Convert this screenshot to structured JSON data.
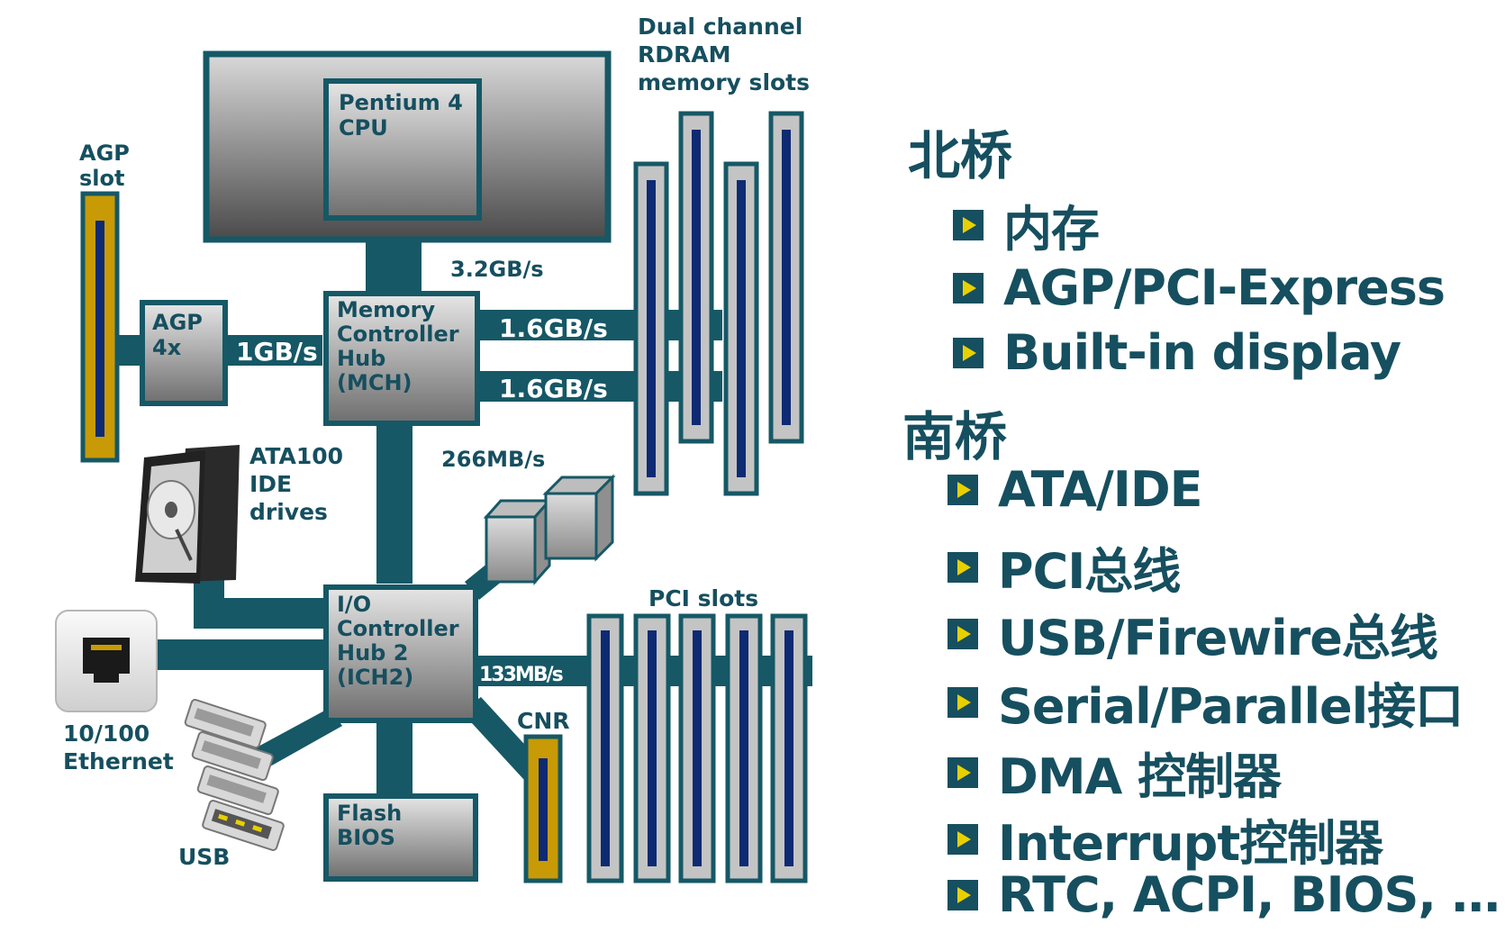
{
  "colors": {
    "teal": "#165866",
    "text": "#164f5f",
    "gold": "#c79a06",
    "chip_gradient_top": "#e6e6e6",
    "chip_gradient_bottom": "#6e6e6e",
    "bullet_arrow": "#e8d000"
  },
  "diagram": {
    "cpu_label": [
      "Pentium 4",
      "CPU"
    ],
    "cpu_bandwidth": "3.2GB/s",
    "memory_slots_label": [
      "Dual channel",
      "RDRAM",
      "memory slots"
    ],
    "agp_slot_label": [
      "AGP",
      "slot"
    ],
    "agp_chip_label": [
      "AGP",
      "4x"
    ],
    "agp_bandwidth": "1GB/s",
    "mch_label": [
      "Memory",
      "Controller",
      "Hub",
      "(MCH)"
    ],
    "mem_bandwidth_1": "1.6GB/s",
    "mem_bandwidth_2": "1.6GB/s",
    "hub_bandwidth": "266MB/s",
    "ide_label": [
      "ATA100",
      "IDE",
      "drives"
    ],
    "ich_label": [
      "I/O",
      "Controller",
      "Hub 2",
      "(ICH2)"
    ],
    "pci_bandwidth": "133MB/s",
    "pci_slots_label": "PCI slots",
    "cnr_label": "CNR",
    "ethernet_label": [
      "10/100",
      "Ethernet"
    ],
    "usb_label": "USB",
    "flash_label": [
      "Flash",
      "BIOS"
    ],
    "icons": [
      "hard-drive-icon",
      "ethernet-port-icon",
      "usb-connector-icon",
      "cube-icon"
    ]
  },
  "outline": {
    "north_bridge": {
      "heading": "北桥",
      "items": [
        "内存",
        "AGP/PCI-Express",
        "Built-in display"
      ]
    },
    "south_bridge": {
      "heading": "南桥",
      "items": [
        "ATA/IDE",
        "PCI总线",
        "USB/Firewire总线",
        "Serial/Parallel接口",
        "DMA 控制器",
        "Interrupt控制器",
        "RTC, ACPI, BIOS, …"
      ]
    }
  }
}
